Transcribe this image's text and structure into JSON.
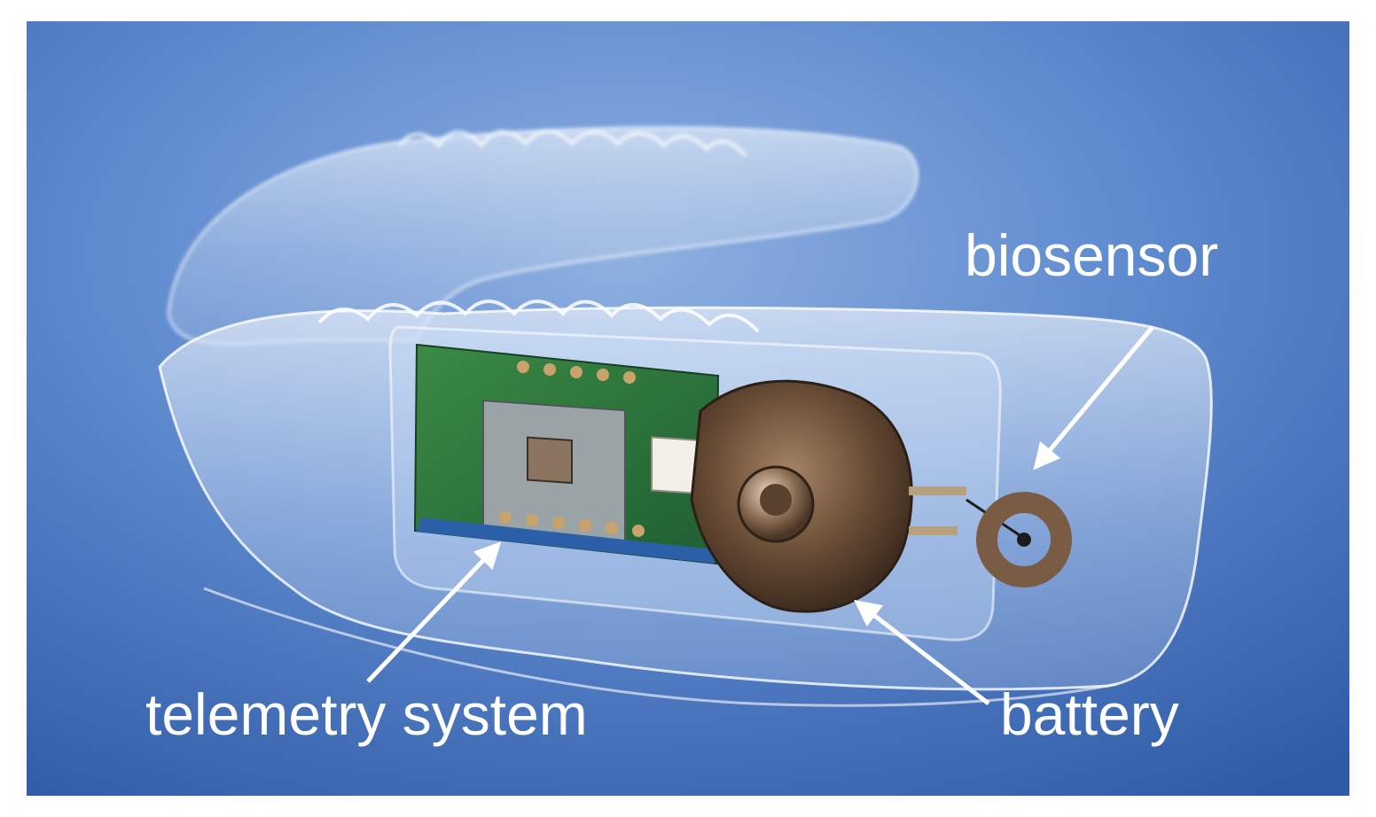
{
  "figure": {
    "labels": {
      "biosensor": "biosensor",
      "telemetry": "telemetry system",
      "battery": "battery"
    },
    "colors": {
      "background_blue": "#5a86c9",
      "label_white": "#ffffff",
      "pcb_green": "#2f7a3c",
      "battery_metal": "#6b4f38",
      "sensor_ring": "#7a5c45"
    }
  }
}
